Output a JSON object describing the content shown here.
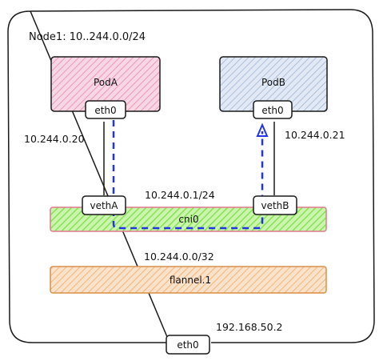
{
  "node": {
    "title": "Node1: 10..244.0.0/24"
  },
  "pods": {
    "a": {
      "name": "PodA",
      "iface": "eth0",
      "ip": "10.244.0.20"
    },
    "b": {
      "name": "PodB",
      "iface": "eth0",
      "ip": "10.244.0.21"
    }
  },
  "bridge": {
    "name": "cni0",
    "ip": "10.244.0.1/24",
    "veth_a": "vethA",
    "veth_b": "vethB"
  },
  "flannel": {
    "name": "flannel.1",
    "ip": "10.244.0.0/32"
  },
  "host": {
    "iface": "eth0",
    "ip": "192.168.50.2"
  },
  "colors": {
    "pod_a_fill": "#f3b8cf",
    "pod_b_fill": "#c8d6ea",
    "bridge_fill": "#9be86a",
    "bridge_border": "#e07a90",
    "flannel_fill": "#f7c79a",
    "flannel_border": "#d9904a",
    "path_color": "#2233ee"
  }
}
